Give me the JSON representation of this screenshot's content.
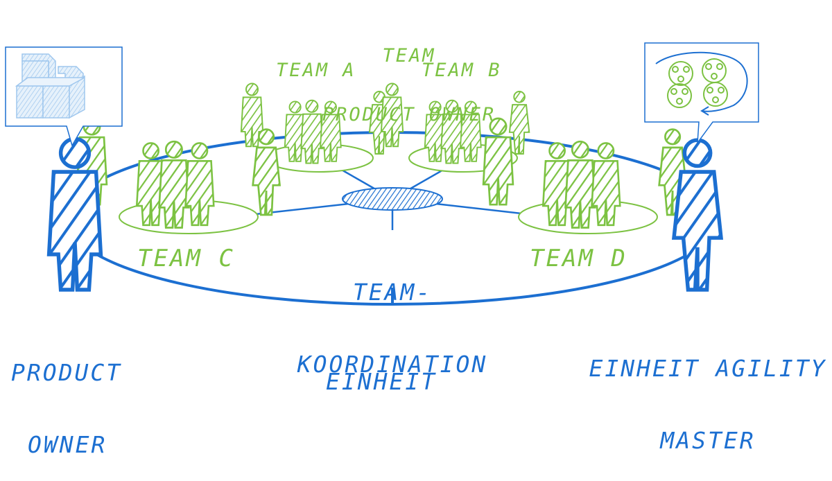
{
  "colors": {
    "blue": "#1c6fd1",
    "green": "#7cc242",
    "light_blue": "#9fc7ee"
  },
  "labels": {
    "team_product_owner_1": "TEAM",
    "team_product_owner_2": "PRODUCT OWNER",
    "team_a": "TEAM A",
    "team_b": "TEAM B",
    "team_c": "TEAM C",
    "team_d": "TEAM D",
    "team_koordination_1": "TEAM-",
    "team_koordination_2": "KOORDINATION",
    "product_owner_1": "PRODUCT",
    "product_owner_2": "OWNER",
    "agility_master_1": "EINHEIT AGILITY",
    "agility_master_2": "MASTER",
    "einheit": "EINHEIT"
  },
  "icons": {
    "left_bubble": "stacked-cubes-icon",
    "right_bubble": "team-cycle-icon"
  }
}
